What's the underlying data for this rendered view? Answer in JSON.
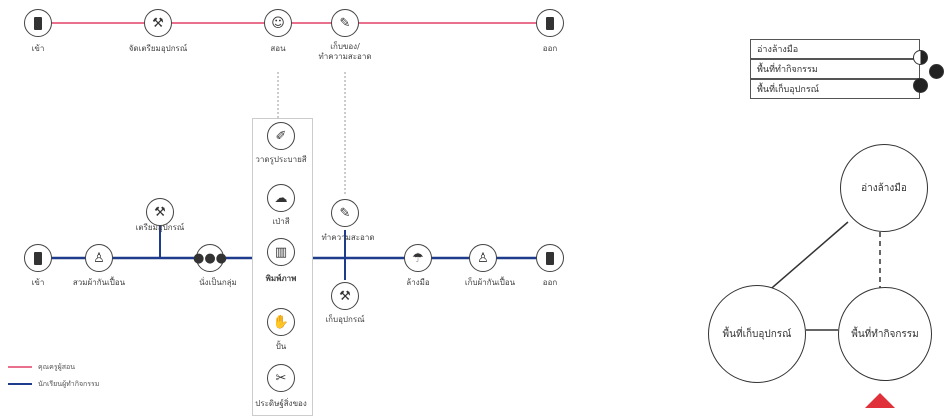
{
  "top_route": {
    "color": "#e8708c",
    "nodes": [
      {
        "label": "เข้า",
        "icon": "door-icon"
      },
      {
        "label": "จัดเตรียมอุปกรณ์",
        "icon": "tools-icon"
      },
      {
        "label": "สอน",
        "icon": "teacher-icon"
      },
      {
        "label": "เก็บของ/ ทำความสะอาด",
        "icon": "broom-icon"
      },
      {
        "label": "ออก",
        "icon": "door-icon"
      }
    ]
  },
  "center_column": {
    "items": [
      {
        "label": "วาดรูประบายสี",
        "icon": "paint-icon"
      },
      {
        "label": "เป่าสี",
        "icon": "blow-paint-icon"
      },
      {
        "label": "พิมพ์ภาพ",
        "icon": "print-icon"
      },
      {
        "label": "ปั้น",
        "icon": "sculpt-icon"
      },
      {
        "label": "ประดิษฐ์สิ่งของ",
        "icon": "craft-icon"
      }
    ]
  },
  "bottom_route": {
    "color": "#1f3c8c",
    "nodes": [
      {
        "label": "เข้า",
        "icon": "door-icon"
      },
      {
        "label": "สวมผ้ากันเปื้อน",
        "icon": "apron-icon"
      },
      {
        "label": "นั่งเป็นกลุ่ม",
        "icon": "group-icon"
      },
      {
        "label": "ล้างมือ",
        "icon": "wash-hands-icon"
      },
      {
        "label": "เก็บผ้ากันเปื้อน",
        "icon": "apron-icon"
      },
      {
        "label": "ออก",
        "icon": "door-icon"
      }
    ],
    "branches": [
      {
        "label": "เตรียมอุปกรณ์",
        "icon": "tools-icon"
      },
      {
        "label": "ทำความสะอาด",
        "icon": "broom-icon"
      },
      {
        "label": "เก็บอุปกรณ์",
        "icon": "tools-icon"
      }
    ]
  },
  "legend": [
    {
      "label": "คุณครูผู้สอน",
      "color": "#e8708c"
    },
    {
      "label": "นักเรียนผู้ทำกิจกรรม",
      "color": "#1f3c8c"
    }
  ],
  "key_table": {
    "rows": [
      "อ่างล้างมือ",
      "พื้นที่ทำกิจกรรม",
      "พื้นที่เก็บอุปกรณ์"
    ]
  },
  "relation_diagram": {
    "circles": [
      "อ่างล้างมือ",
      "พื้นที่เก็บอุปกรณ์",
      "พื้นที่ทำกิจกรรม"
    ],
    "marker_color": "#e0303a"
  }
}
